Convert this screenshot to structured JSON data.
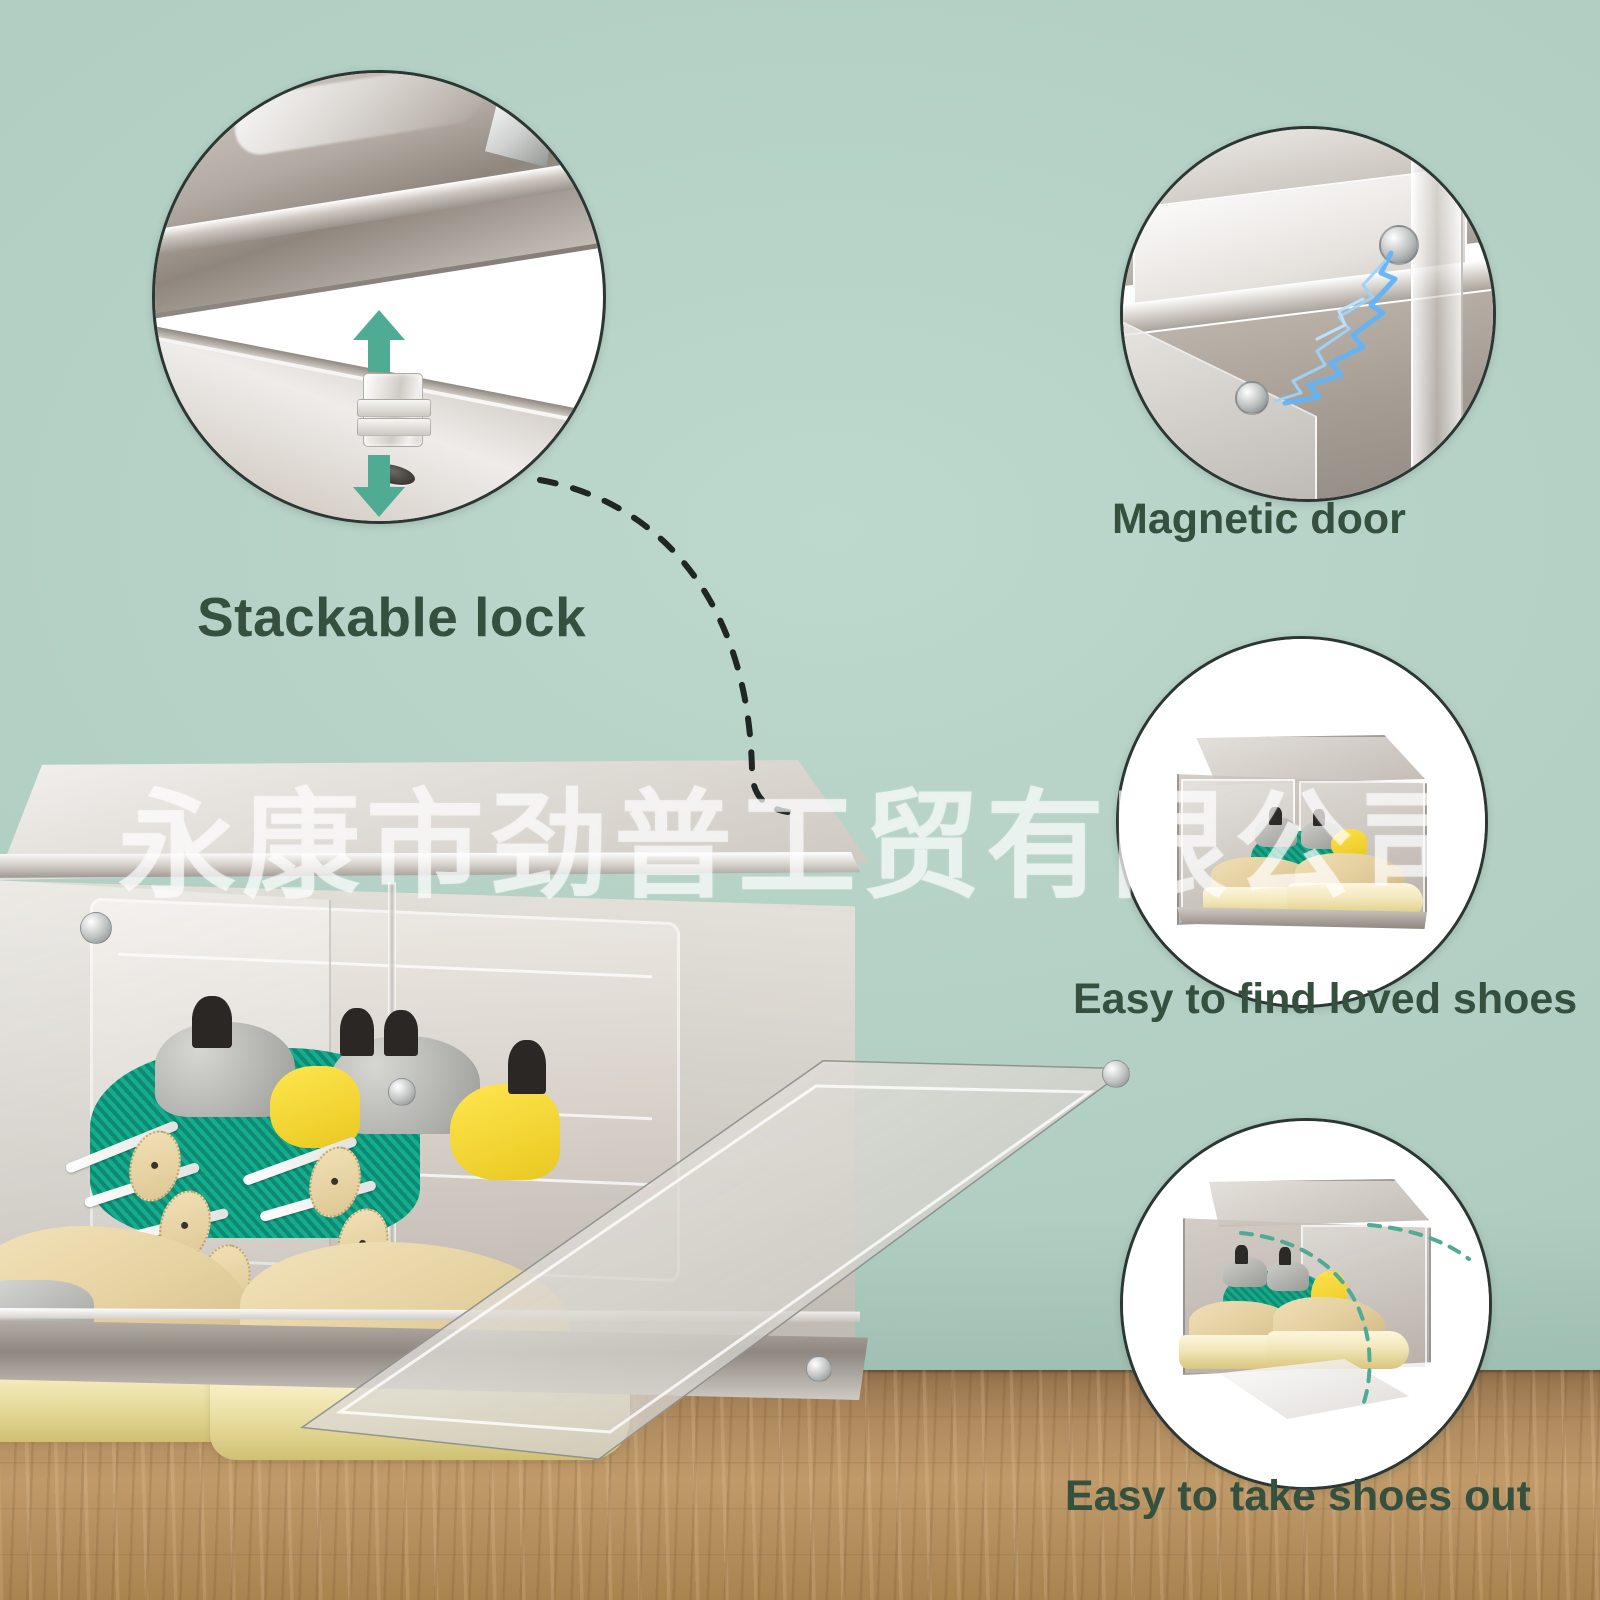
{
  "page": {
    "watermark": "永康市劲普工贸有限公司",
    "background_color": "#b4d1c5",
    "floor_color": "#b08b5f",
    "caption_color": "#36503f",
    "accent_teal": "#4fab94",
    "accent_magnet_blue": "#5aa8f2"
  },
  "callouts": [
    {
      "id": "stackable-lock",
      "label": "Stackable lock",
      "detail": "close-up of two boxes separating with a stacking connector pin between them",
      "icons": [
        "arrow-up-icon",
        "arrow-down-icon",
        "connector-pin-icon"
      ]
    },
    {
      "id": "magnetic-door",
      "label": "Magnetic door",
      "detail": "close-up of door magnet snapping shut with blue electric arc",
      "icons": [
        "magnet-dot-icon",
        "lightning-arc-icon"
      ]
    },
    {
      "id": "easy-to-find",
      "label": "Easy to find loved shoes",
      "detail": "closed clear box with sneakers visible through the transparent front",
      "icons": []
    },
    {
      "id": "easy-to-take-out",
      "label": "Easy to take shoes out",
      "detail": "box with front door dropped open showing sneakers, dashed swing arc",
      "icons": [
        "door-swing-arc-icon"
      ]
    }
  ],
  "hero": {
    "name": "transparent stackable shoe storage box",
    "state": "front door opened downward",
    "contents": "pair of chunky dad sneakers"
  },
  "captions": {
    "stackable_lock": "Stackable lock",
    "magnetic_door": "Magnetic door",
    "easy_find": "Easy to find loved shoes",
    "easy_take": "Easy to take shoes out"
  }
}
